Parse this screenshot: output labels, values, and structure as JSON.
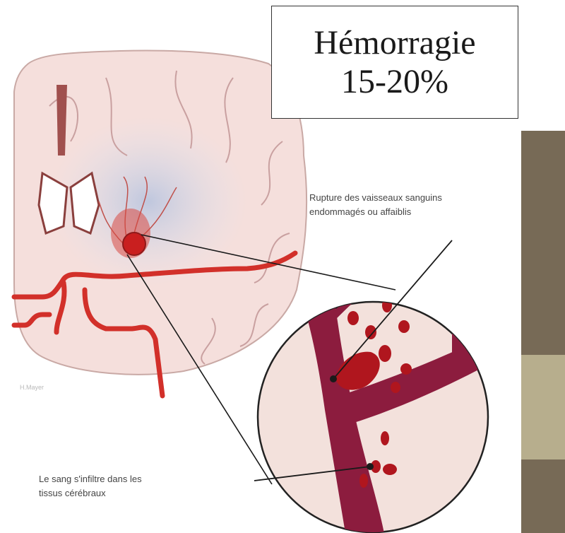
{
  "title": {
    "line1": "Hémorragie",
    "line2": "15-20%"
  },
  "labels": {
    "rupture_line1": "Rupture des vaisseaux sanguins",
    "rupture_line2": "endommagés ou affaiblis",
    "infiltration_line1": "Le sang s'infiltre dans les",
    "infiltration_line2": "tissus cérébraux"
  },
  "credit": "H.Mayer",
  "colors": {
    "side_dark": "#776a56",
    "side_light": "#b7ae8d",
    "brain_fill": "#f5dfdc",
    "brain_edge": "#c9a9a5",
    "artery": "#d2302a",
    "vessel": "#8c1c3e",
    "blood": "#b0161e"
  }
}
